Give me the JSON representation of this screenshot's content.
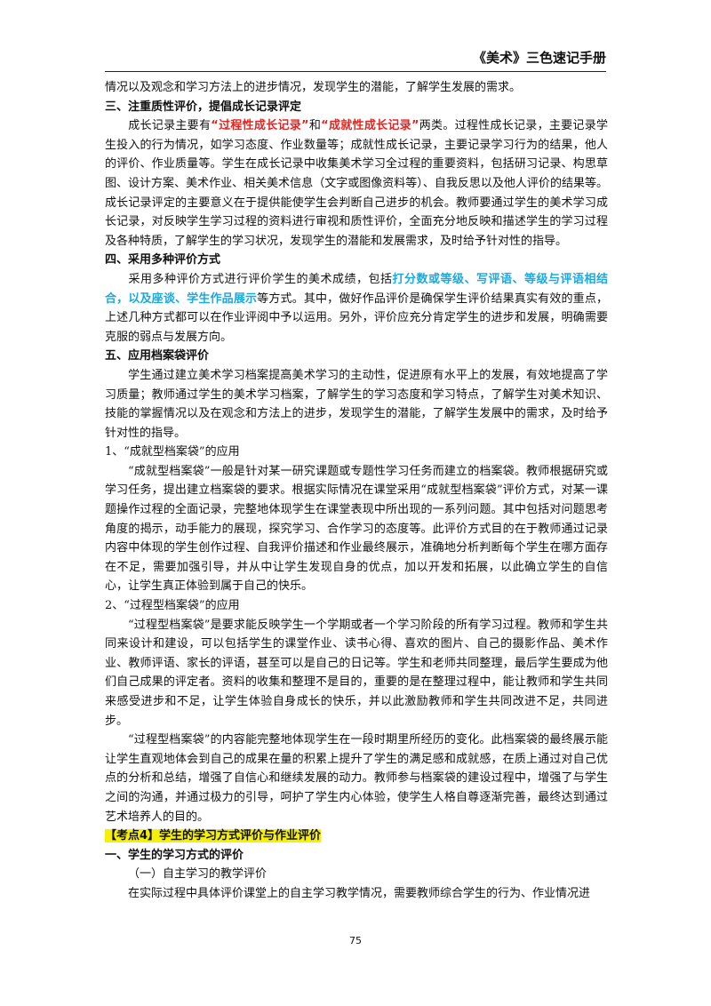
{
  "header": {
    "title": "《美术》三色速记手册"
  },
  "p1": "情况以及观念和学习方法上的进步情况，发现学生的潜能，了解学生发展的需求。",
  "h3": "三、注重质性评价，提倡成长记录评定",
  "p2": {
    "a": "成长记录主要有",
    "r1": "“过程性成长记录”",
    "b": "和",
    "r2": "“成就性成长记录”",
    "c": "两类。过程性成长记录，主要记录学生投入的行为情况，如学习态度、作业数量等；成就性成长记录，主要记录学习行为的结果，他人的评价、作业质量等。学生在成长记录中收集美术学习全过程的重要资料，包括研习记录、构思草图、设计方案、美术作业、相关美术信息（文字或图像资料等）、自我反思以及他人评价的结果等。成长记录评定的主要意义在于提供能使学生会判断自己进步的机会。教师要通过学生的美术学习成长记录，对反映学生学习过程的资料进行审视和质性评价，全面充分地反映和描述学生的学习过程及各种特质，了解学生的学习状况，发现学生的潜能和发展需求，及时给予针对性的指导。"
  },
  "h4": "四、采用多种评价方式",
  "p3": {
    "a": "采用多种评价方式进行评价学生的美术成绩，包括",
    "b1": "打分数或等级、写评语、等级与评语相结合，以及座谈、学生作品展示",
    "c": "等方式。其中，做好作品评价是确保学生评价结果真实有效的重点，上述几种方式都可以在作业评阅中予以运用。另外，评价应充分肯定学生的进步和发展，明确需要克服的弱点与发展方向。"
  },
  "h5": "五、应用档案袋评价",
  "p4": "学生通过建立美术学习档案提高美术学习的主动性，促进原有水平上的发展，有效地提高了学习质量；教师通过学生的美术学习档案，了解学生的学习态度和学习特点，了解学生对美术知识、技能的掌握情况以及在观念和方法上的进步，发现学生的潜能，了解学生发展中的需求，及时给予针对性的指导。",
  "s1": "1、“成就型档案袋”的应用",
  "p5": "“成就型档案袋”一般是针对某一研究课题或专题性学习任务而建立的档案袋。教师根据研究或学习任务，提出建立档案袋的要求。根据实际情况在课堂采用“成就型档案袋”评价方式，对某一课题操作过程的全面记录，完整地体现学生在课堂表现中所出现的一系列问题。其中包括对问题思考角度的揭示，动手能力的展现，探究学习、合作学习的态度等。此评价方式目的在于教师通过记录内容中体现的学生创作过程、自我评价描述和作业最终展示，准确地分析判断每个学生在哪方面存在不足，需要加强引导，并从中让学生发现自身的优点，加以开发和拓展，以此确立学生的自信心，让学生真正体验到属于自己的快乐。",
  "s2": "2、“过程型档案袋”的应用",
  "p6": "“过程型档案袋”是要求能反映学生一个学期或者一个学习阶段的所有学习过程。教师和学生共同来设计和建设，可以包括学生的课堂作业、读书心得、喜欢的图片、自己的摄影作品、美术作业、教师评语、家长的评语，甚至可以是自己的日记等。学生和老师共同整理，最后学生要成为他们自己成果的评定者。资料的收集和整理不是目的，重要的是在整理过程中，能让教师和学生共同来感受进步和不足，让学生体验自身成长的快乐，并以此激励教师和学生共同改进不足，共同进步。",
  "p7": "“过程型档案袋”的内容能完整地体现学生在一段时期里所经历的变化。此档案袋的最终展示能让学生直观地体会到自己的成果在量的积累上提升了学生的满足感和成就感，在质上通过对自己优点的分析和总结，增强了自信心和继续发展的动力。教师参与档案袋的建设过程中，增强了与学生之间的沟通，并通过极力的引导，呵护了学生内心体验，使学生人格自尊逐渐完善，最终达到通过艺术培养人的目的。",
  "kp": "【考点4】学生的学习方式评价与作业评价",
  "h1b": "一、学生的学习方式的评价",
  "sub1": "（一）自主学习的教学评价",
  "p8": "在实际过程中具体评价课堂上的自主学习教学情况，需要教师综合学生的行为、作业情况进",
  "page_number": "75"
}
